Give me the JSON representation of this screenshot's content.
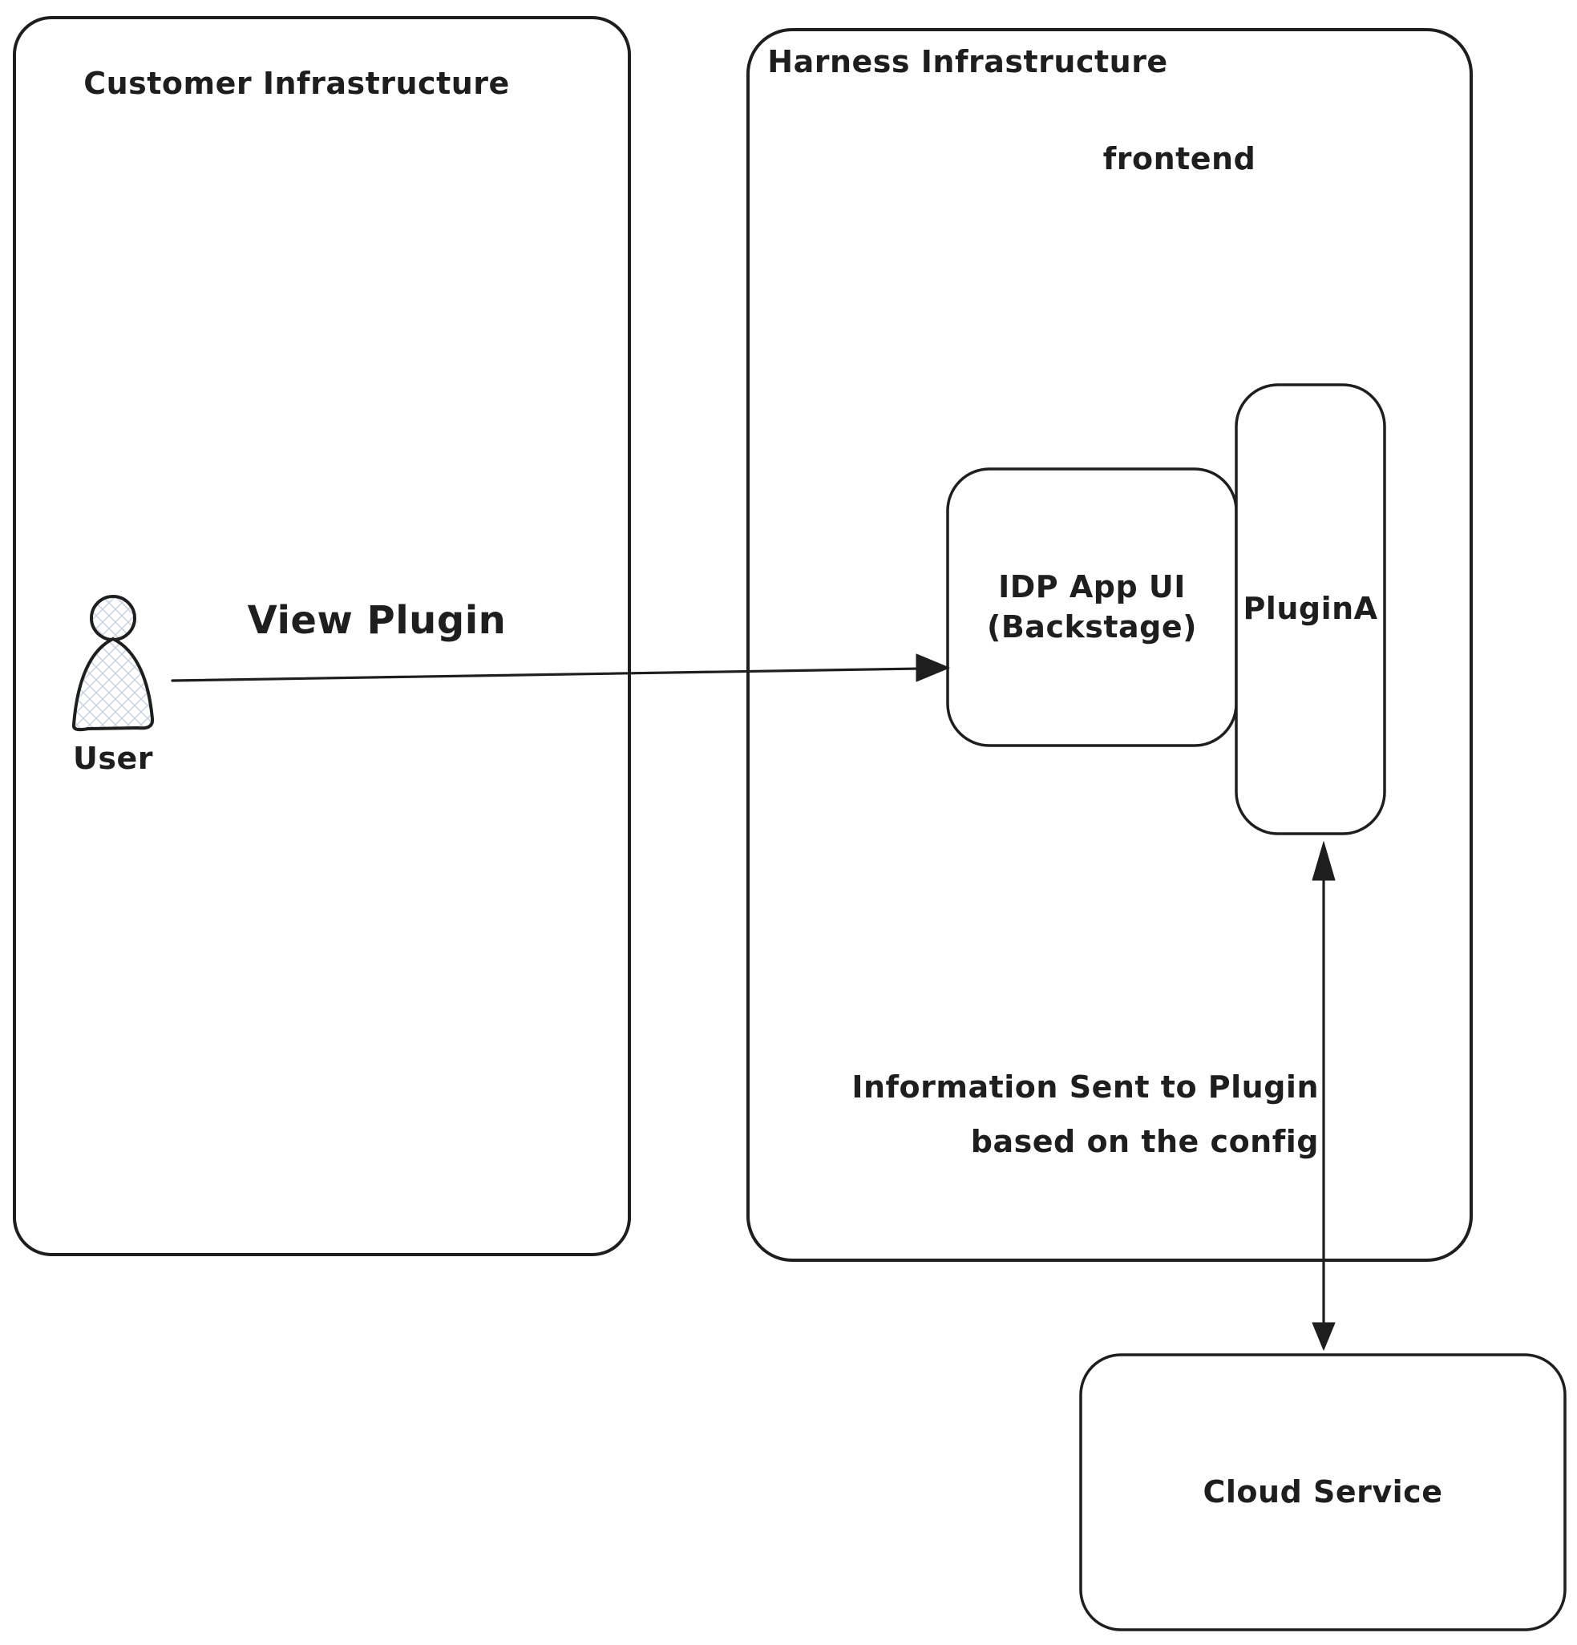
{
  "colors": {
    "stroke": "#1e1e1e",
    "cloud_fill": "#a5d8ff",
    "hatch": "#ccd6e4",
    "background": "#ffffff"
  },
  "customer_box": {
    "title": "Customer Infrastructure"
  },
  "harness_box": {
    "title": "Harness Infrastructure",
    "sublabel": "frontend"
  },
  "user": {
    "label": "User"
  },
  "nodes": {
    "idp_app_ui": {
      "label_line1": "IDP App UI",
      "label_line2": "(Backstage)"
    },
    "plugin_a": {
      "label": "PluginA"
    },
    "cloud_service": {
      "label": "Cloud Service"
    }
  },
  "arrows": {
    "view_plugin": {
      "label": "View Plugin"
    },
    "plugin_cloud": {
      "label_line1": "Information Sent to Plugin",
      "label_line2": "based on the config"
    }
  }
}
